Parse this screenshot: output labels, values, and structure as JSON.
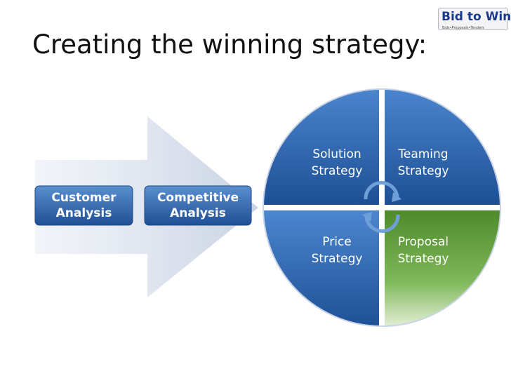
{
  "title": "Creating the winning strategy:",
  "logo": {
    "text": "Bid to Win",
    "subtext": "Bids•Proposals•Tenders"
  },
  "process": {
    "steps": [
      {
        "label": "Customer\nAnalysis"
      },
      {
        "label": "Competitive\nAnalysis"
      }
    ]
  },
  "cycle": {
    "quadrants": [
      {
        "label": "Solution\nStrategy",
        "color": "#2f6cb3"
      },
      {
        "label": "Teaming\nStrategy",
        "color": "#2f6cb3"
      },
      {
        "label": "Price\nStrategy",
        "color": "#2f6cb3"
      },
      {
        "label": "Proposal\nStrategy",
        "color": "#5a9a32"
      }
    ]
  }
}
